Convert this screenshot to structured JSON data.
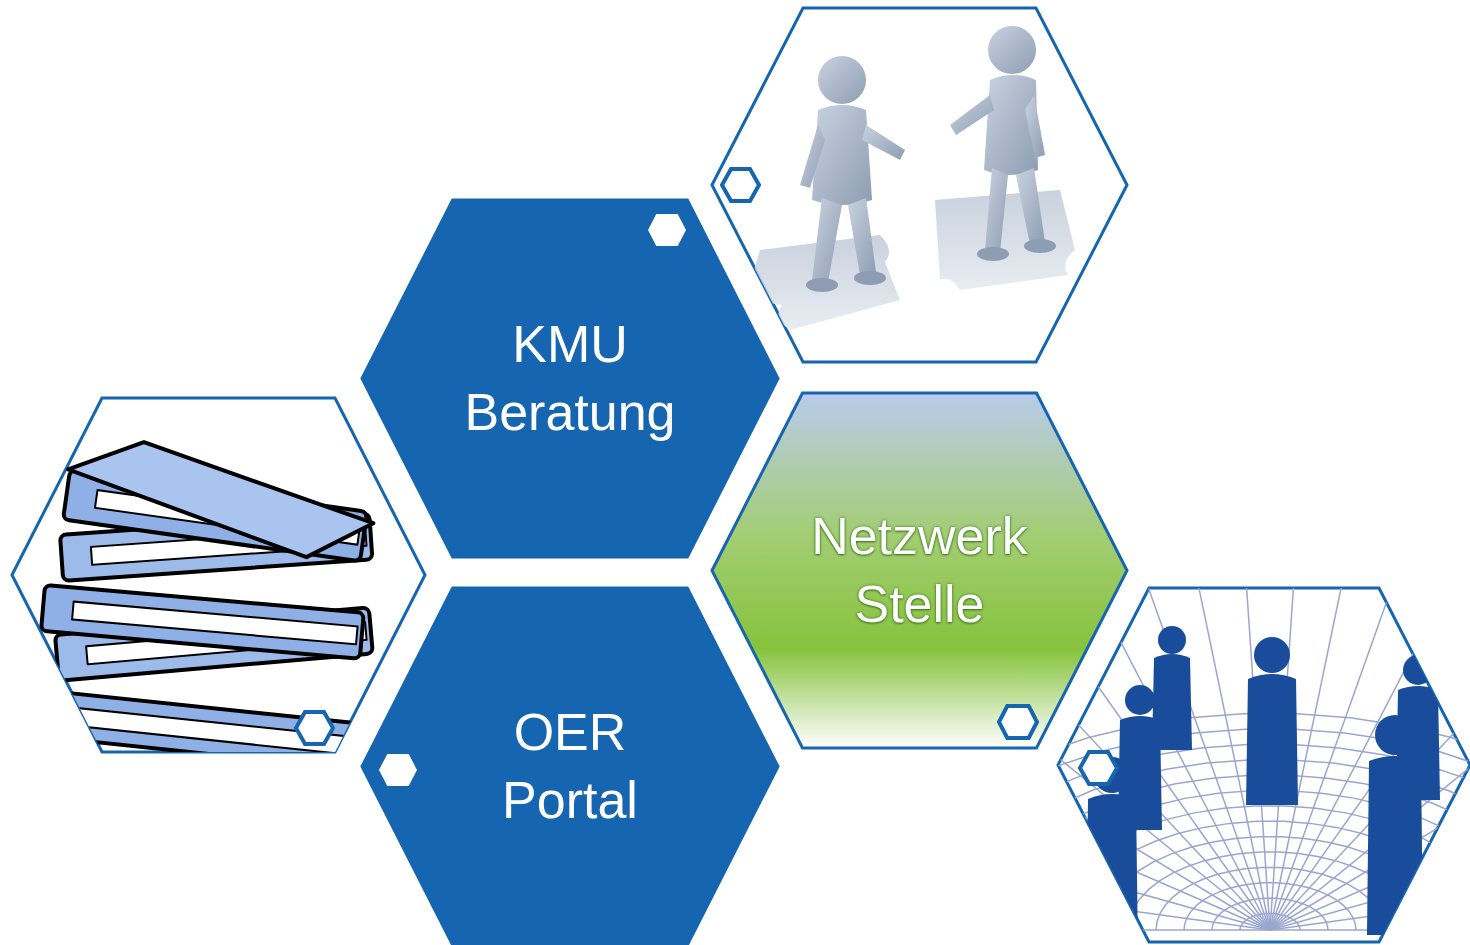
{
  "diagram": {
    "nodes": [
      {
        "text": [
          "KMU Beratung"
        ]
      },
      {
        "text": [
          "Netzwerk Stelle"
        ]
      },
      {
        "text": [
          "OER Portal"
        ]
      }
    ]
  }
}
